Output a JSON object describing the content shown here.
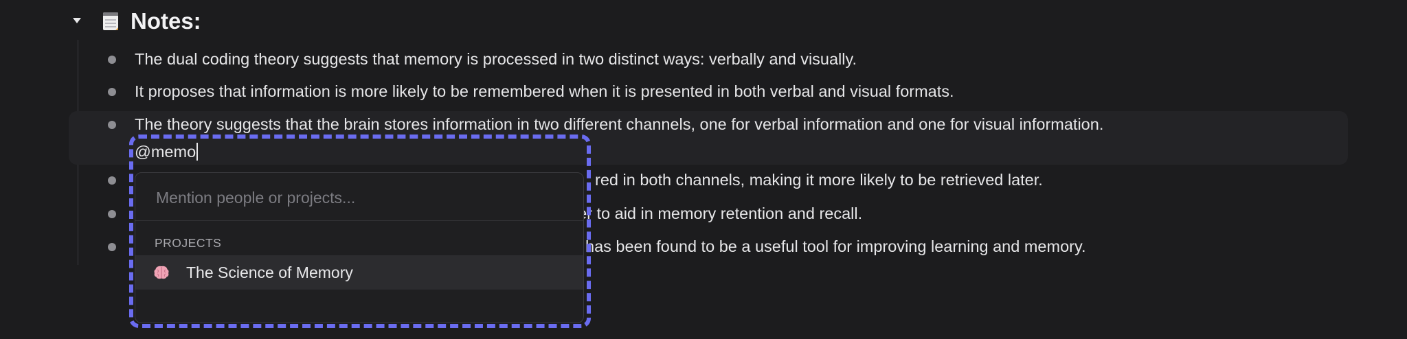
{
  "heading": {
    "title": "Notes:"
  },
  "notes": [
    "The dual coding theory suggests that memory is processed in two distinct ways: verbally and visually.",
    "It proposes that information is more likely to be remembered when it is presented in both verbal and visual formats.",
    "The theory suggests that the brain stores information in two different channels, one for verbal information and one for visual information.",
    "red in both channels, making it more likely to be retrieved later.",
    "her to aid in memory retention and recall.",
    "has been found to be a useful tool for improving learning and memory."
  ],
  "editor": {
    "mention_query": "@memo"
  },
  "mention_popup": {
    "search_placeholder": "Mention people or projects...",
    "section_label": "PROJECTS",
    "projects": [
      {
        "label": "The Science of Memory",
        "icon": "brain-icon"
      }
    ]
  },
  "colors": {
    "background": "#1c1c1e",
    "highlight_outline": "#6a6cf0",
    "bullet": "#8e8e93"
  },
  "icons": {
    "toggle": "caret-down-icon",
    "heading": "notepad-icon"
  }
}
